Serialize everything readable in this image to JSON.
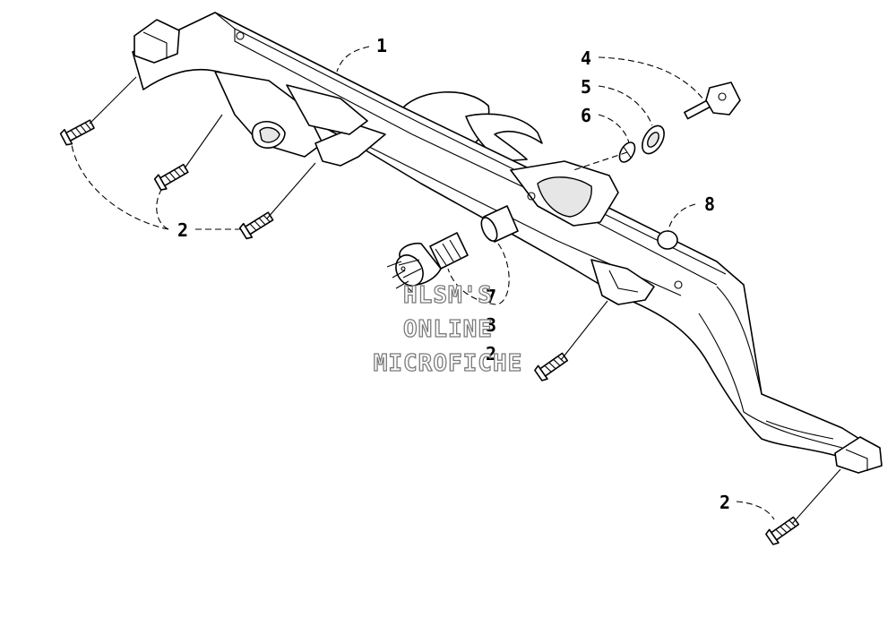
{
  "callouts": {
    "c1": "1",
    "c2_left": "2",
    "c2_center": "2",
    "c2_bottom": "2",
    "c3": "3",
    "c4": "4",
    "c5": "5",
    "c6": "6",
    "c7": "7",
    "c8": "8"
  },
  "watermark": {
    "line1": "HLSM'S",
    "line2": "ONLINE",
    "line3": "MICROFICHE"
  }
}
